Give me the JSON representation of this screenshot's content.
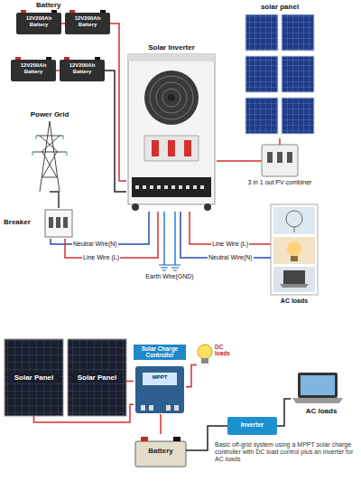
{
  "diagram": {
    "nodes": [
      {
        "text": [
          "12V200Ah Battery"
        ]
      },
      {
        "text": [
          "12V200Ah Battery"
        ]
      },
      {
        "text": [
          "12V200Ah Battery"
        ]
      },
      {
        "text": [
          "12V200Ah Battery"
        ]
      },
      {
        "text": [
          "Solar Inverter"
        ]
      },
      {
        "text": [
          "solar panel"
        ]
      },
      {
        "text": [
          "Power Grid"
        ]
      },
      {
        "text": [
          "3 in 1 out PV combiner"
        ]
      },
      {
        "text": [
          "Breaker"
        ]
      },
      {
        "text": [
          "AC loads"
        ]
      },
      {
        "text": [
          "Solar Panel"
        ]
      },
      {
        "text": [
          "Solar Panel"
        ]
      },
      {
        "text": [
          "Solar Charge Controller",
          "MPPT"
        ]
      },
      {
        "text": [
          "DC loads"
        ]
      },
      {
        "text": [
          "Battery"
        ]
      },
      {
        "text": [
          "Inverter"
        ]
      },
      {
        "text": [
          "AC loads"
        ]
      }
    ],
    "edges": [
      {
        "from": 0,
        "to": 1,
        "arrow": "none"
      },
      {
        "from": 2,
        "to": 3,
        "arrow": "none"
      },
      {
        "from": 1,
        "to": 4,
        "arrow": "none"
      },
      {
        "from": 3,
        "to": 4,
        "arrow": "none"
      },
      {
        "from": 5,
        "to": 7,
        "arrow": "none"
      },
      {
        "from": 7,
        "to": 4,
        "arrow": "none"
      },
      {
        "from": 6,
        "to": 8,
        "arrow": "none"
      },
      {
        "from": 8,
        "to": 4,
        "label": "Neutral Wire(N)",
        "arrow": "none"
      },
      {
        "from": 8,
        "to": 4,
        "label": "Line Wire (L)",
        "arrow": "none"
      },
      {
        "from": 4,
        "to": 9,
        "label": "Line Wire (L)",
        "arrow": "none"
      },
      {
        "from": 4,
        "to": 9,
        "label": "Neutral Wire(N)",
        "arrow": "none"
      },
      {
        "from": 10,
        "to": 12,
        "arrow": "none"
      },
      {
        "from": 11,
        "to": 12,
        "arrow": "none"
      },
      {
        "from": 12,
        "to": 13,
        "arrow": "none"
      },
      {
        "from": 12,
        "to": 14,
        "arrow": "none"
      },
      {
        "from": 14,
        "to": 15,
        "arrow": "none"
      },
      {
        "from": 15,
        "to": 16,
        "arrow": "none"
      }
    ],
    "labels": [
      "Battery",
      "Earth Wire(GND)",
      "Basic off-grid system using a MPPT solar charge controller with DC load control plus an inverter for AC loads"
    ]
  }
}
